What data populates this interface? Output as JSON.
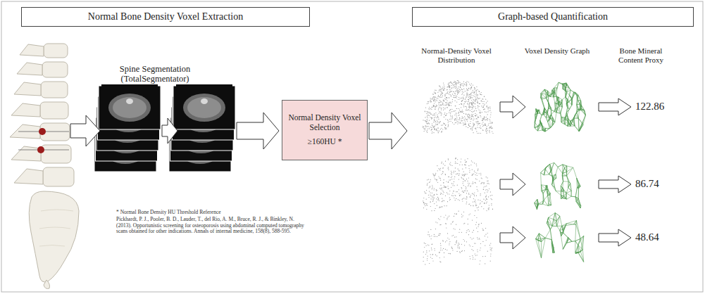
{
  "diagram": {
    "nodes": [
      {
        "text": [
          "Normal Bone Density Voxel Extraction"
        ]
      },
      {
        "text": [
          "Graph-based Quantification"
        ]
      },
      {
        "text": [
          "Normal Density Voxel Selection",
          "≥160HU *"
        ]
      }
    ],
    "labels": [
      "Spine Segmentation (TotalSegmentator)",
      "* Normal Bone Density HU Threshold Reference",
      "Pickhardt, P. J., Pooler, B. D., Lauder, T., del Rio, A. M., Bruce, R. J., & Binkley, N. (2013). Opportunistic screening for osteoporosis using abdominal computed tomography scans obtained for other indications. Annals of internal medicine, 158(8), 588-595.",
      "Normal-Density Voxel Distribution",
      "Voxel Density Graph",
      "Bone Mineral Content Proxy",
      "122.86",
      "86.74",
      "48.64"
    ]
  }
}
